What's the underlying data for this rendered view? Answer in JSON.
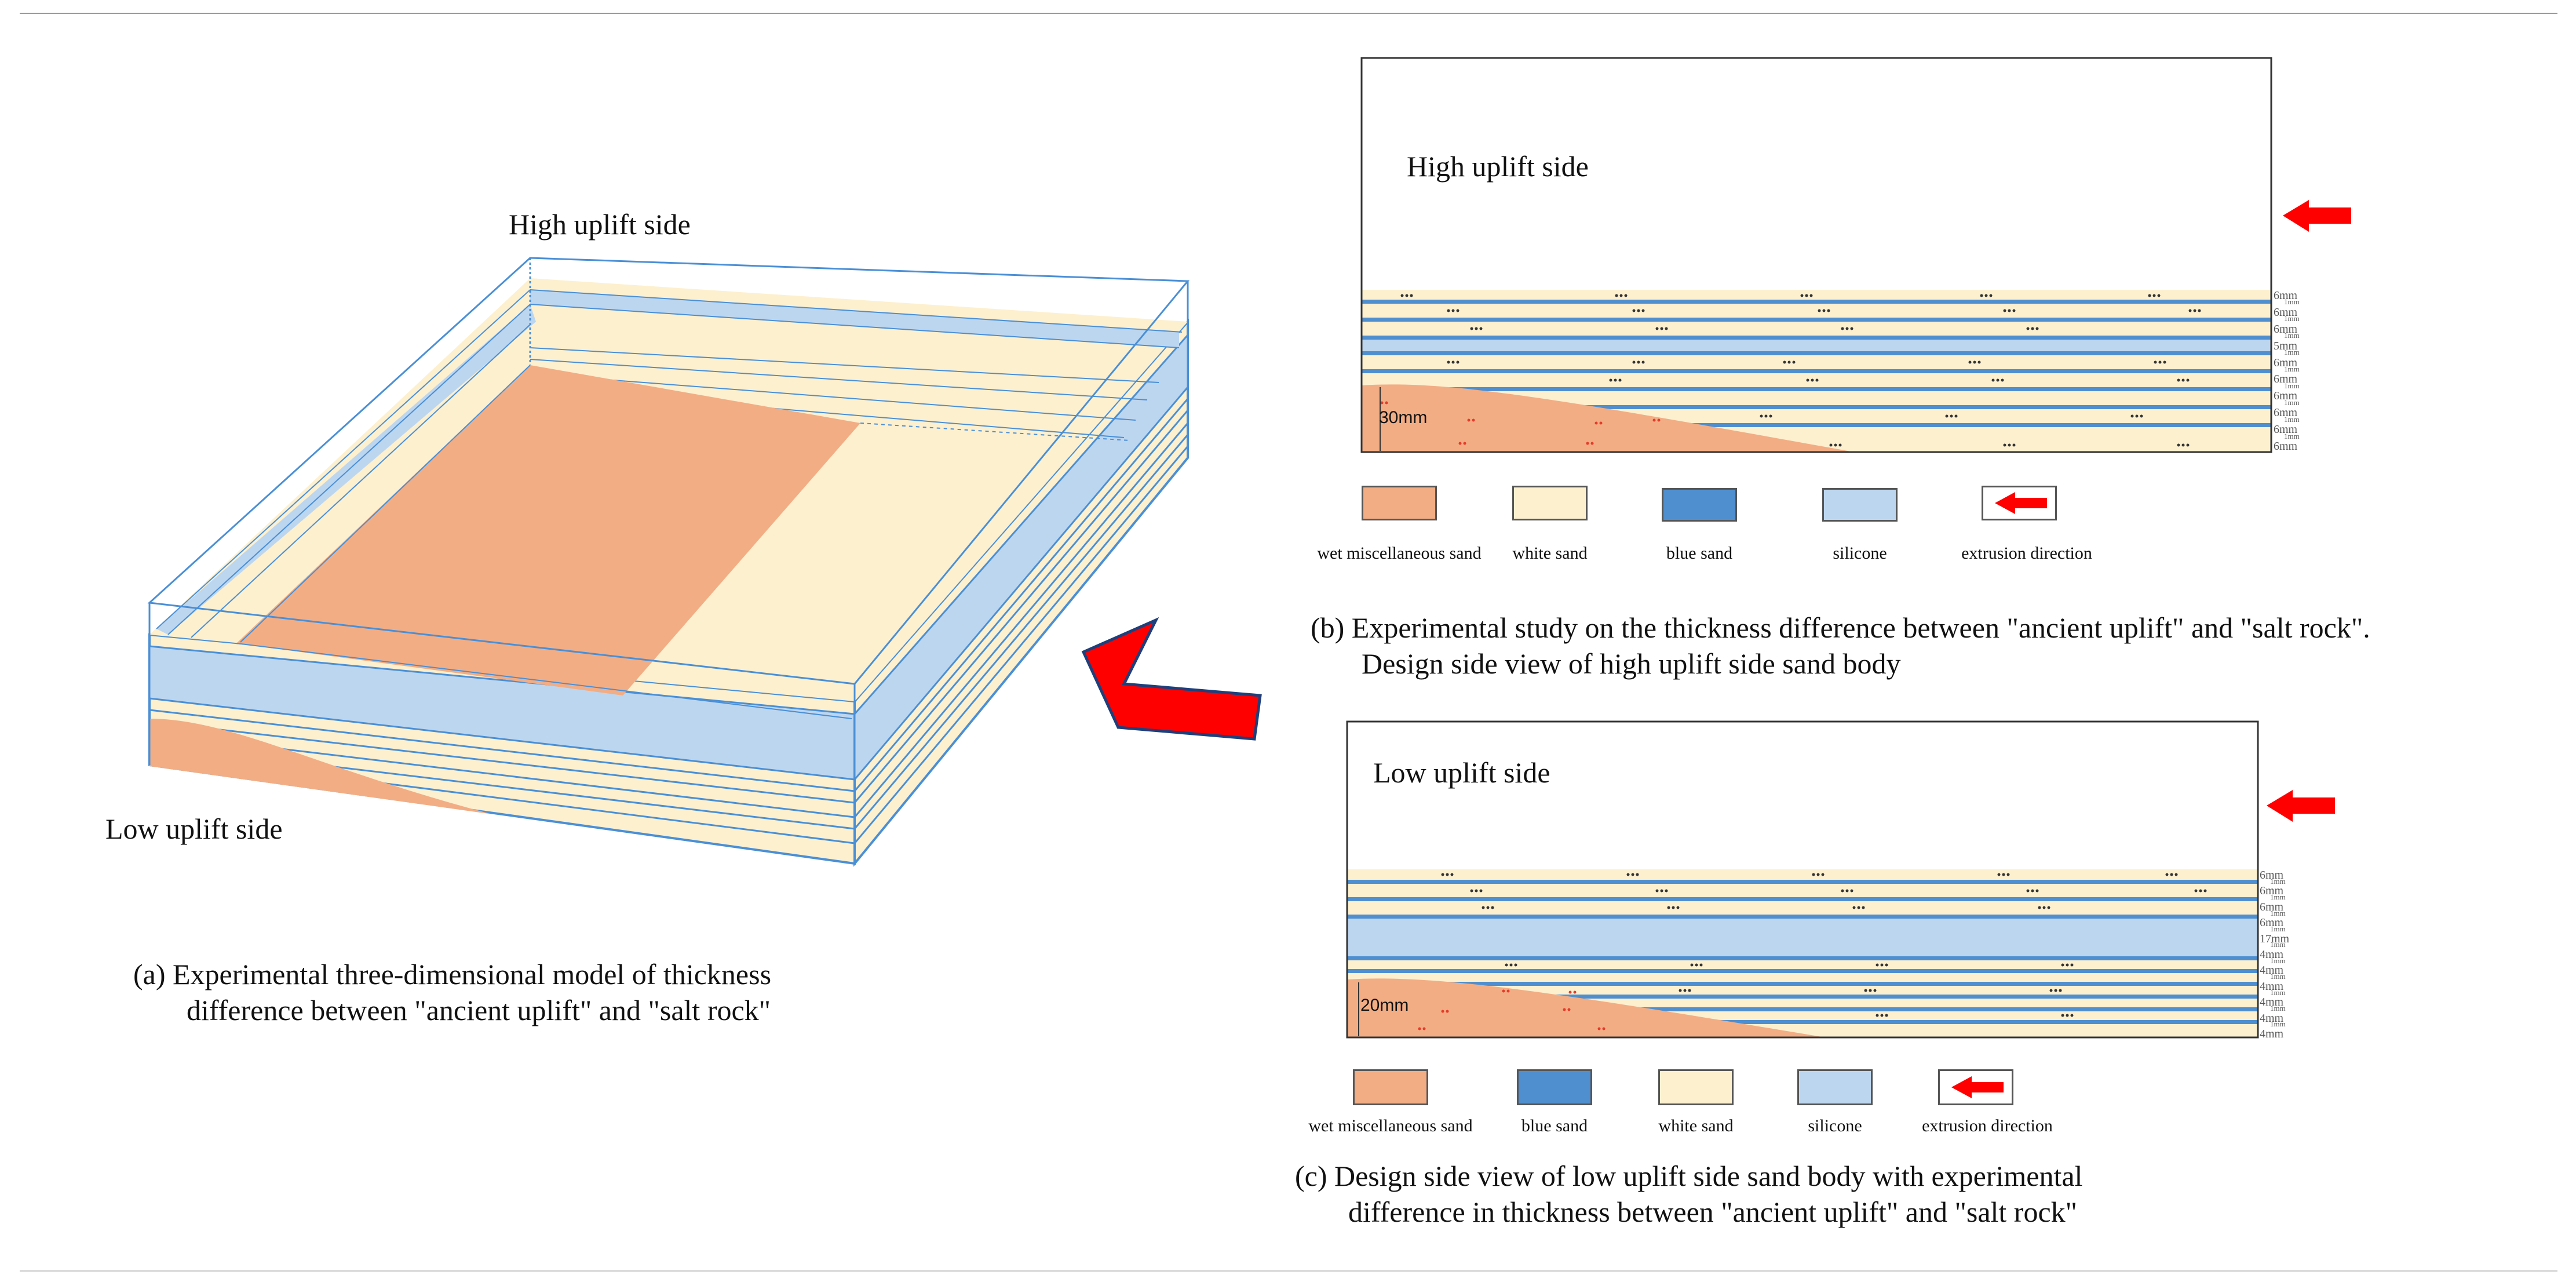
{
  "panel_a": {
    "high_label": "High uplift side",
    "low_label": "Low uplift side",
    "caption_line1": "(a) Experimental three-dimensional model of thickness",
    "caption_line2": "difference between \"ancient uplift\" and \"salt rock\""
  },
  "panel_b": {
    "high_label": "High uplift side",
    "thickness_label": "30mm",
    "layer_labels": [
      "6mm",
      "1mm",
      "6mm",
      "1mm",
      "6mm",
      "1mm",
      "5mm",
      "1mm",
      "6mm",
      "1mm",
      "6mm",
      "1mm",
      "6mm",
      "1mm",
      "6mm",
      "1mm",
      "6mm",
      "1mm",
      "6mm"
    ],
    "legend": [
      "wet miscellaneous sand",
      "white sand",
      "blue sand",
      "silicone",
      "extrusion direction"
    ],
    "caption_line1": "(b) Experimental study on the thickness difference between \"ancient uplift\" and \"salt rock\".",
    "caption_line2": "Design side view of high uplift side sand body"
  },
  "panel_c": {
    "low_label": "Low uplift side",
    "thickness_label": "20mm",
    "layer_labels": [
      "6mm",
      "1mm",
      "6mm",
      "1mm",
      "6mm",
      "1mm",
      "6mm",
      "1mm",
      "17mm",
      "1mm",
      "4mm",
      "1mm",
      "4mm",
      "1mm",
      "4mm",
      "1mm",
      "4mm",
      "1mm",
      "4mm",
      "1mm",
      "4mm"
    ],
    "legend": [
      "wet miscellaneous sand",
      "blue sand",
      "white sand",
      "silicone",
      "extrusion direction"
    ],
    "caption_line1": "(c) Design side view of low uplift side sand body with experimental",
    "caption_line2": "difference in thickness between \"ancient uplift\" and \"salt rock\""
  },
  "colors": {
    "wet_sand": "#f2ad84",
    "white_sand": "#fdf0cf",
    "blue_sand": "#4f8fd0",
    "silicone": "#bdd6ef",
    "arrow": "#ff0000",
    "outline": "#4a8fd6"
  }
}
